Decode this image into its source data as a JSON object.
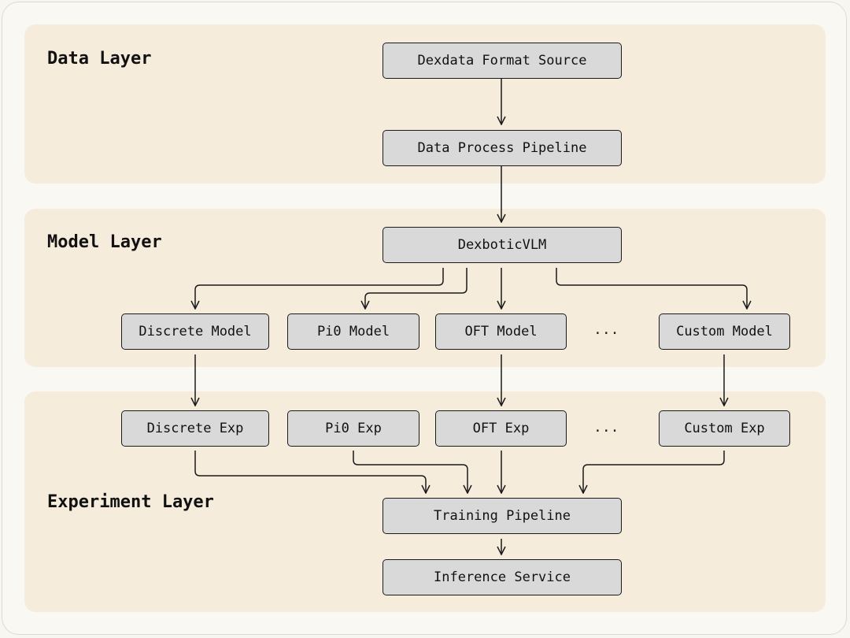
{
  "layers": {
    "data": "Data Layer",
    "model": "Model Layer",
    "experiment": "Experiment Layer"
  },
  "nodes": {
    "dexdata_source": "Dexdata Format Source",
    "data_process": "Data Process Pipeline",
    "dexbotic_vlm": "DexboticVLM",
    "discrete_model": "Discrete Model",
    "pi0_model": "Pi0 Model",
    "oft_model": "OFT Model",
    "custom_model": "Custom Model",
    "discrete_exp": "Discrete Exp",
    "pi0_exp": "Pi0 Exp",
    "oft_exp": "OFT Exp",
    "custom_exp": "Custom Exp",
    "training": "Training Pipeline",
    "inference": "Inference Service"
  },
  "ellipsis": "...",
  "colors": {
    "layer_bg": "#f6ecdc",
    "node_bg": "#d9d9d9",
    "stroke": "#1a1a1a"
  }
}
